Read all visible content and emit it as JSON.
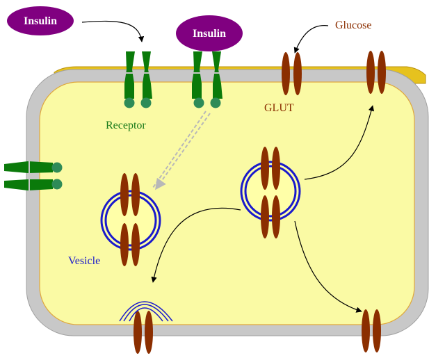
{
  "labels": {
    "insulin_1": "Insulin",
    "insulin_2": "Insulin",
    "glucose": "Glucose",
    "glut": "GLUT",
    "receptor": "Receptor",
    "vesicle": "Vesicle"
  },
  "colors": {
    "cytoplasm": "#fafaa4",
    "membrane": "#c8c8c8",
    "membrane_edge": "#e0a83c",
    "outer_band": "#e6c21e",
    "insulin": "#800080",
    "receptor": "#0a7a0a",
    "receptor_head": "#2e8b57",
    "glut": "#8b2e00",
    "vesicle": "#1a1acc",
    "receptor_label": "#1a7a1a",
    "glut_label": "#8b2e00",
    "vesicle_label": "#1a1acc"
  }
}
